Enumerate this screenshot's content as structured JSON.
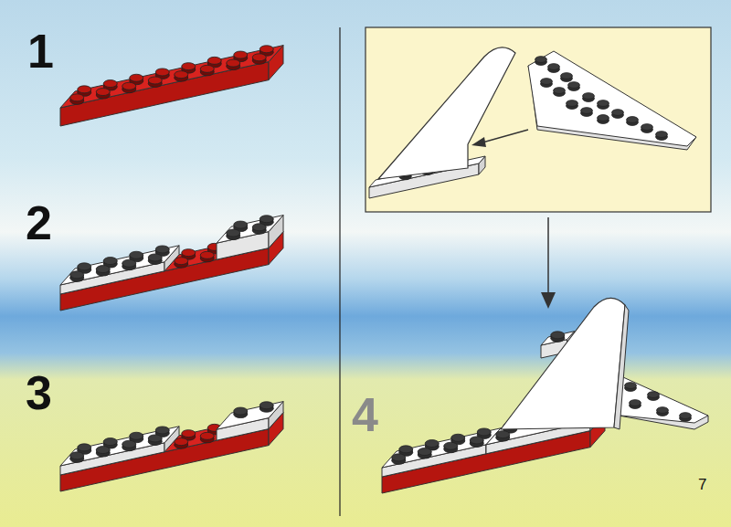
{
  "diagram": {
    "labels": [
      "1",
      "2",
      "3",
      "4",
      "7"
    ]
  }
}
